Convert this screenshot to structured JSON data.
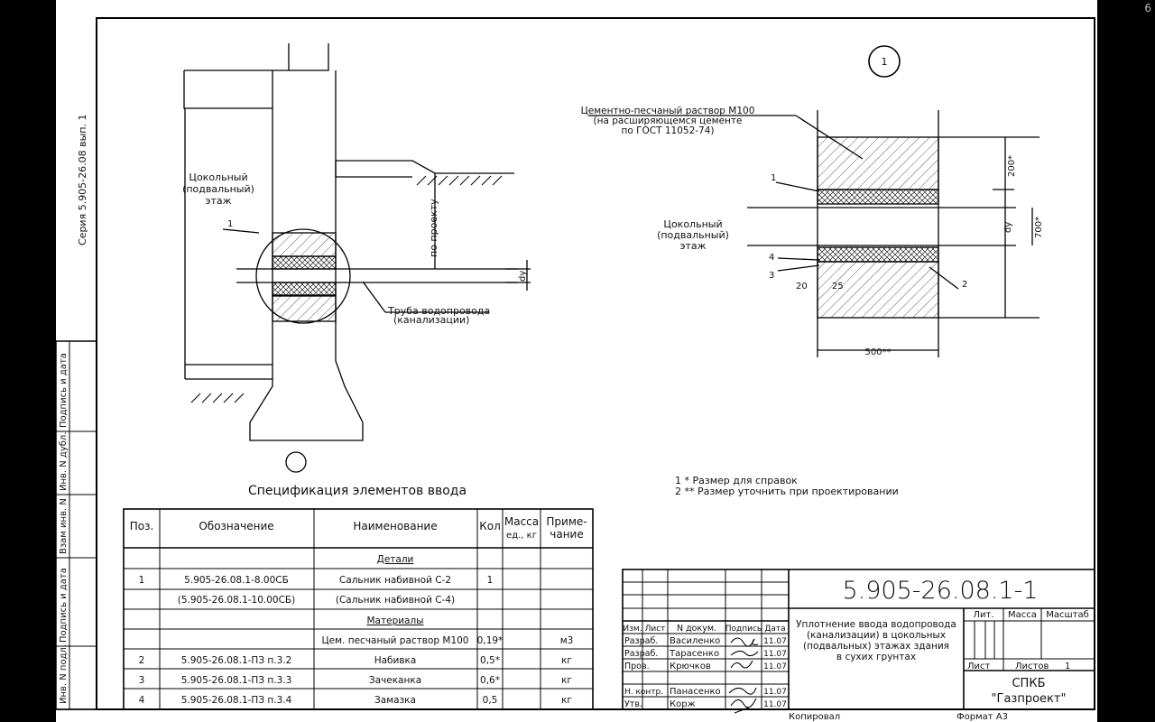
{
  "corner_number": "6",
  "series_label": "Серия 5.905-26.08 вып. 1",
  "left_strip": [
    "Инв. N подл.",
    "Подпись и дата",
    "Взам инв. N",
    "Инв. N дубл.",
    "Подпись и дата"
  ],
  "view_number": "1",
  "left_view": {
    "floor_label": [
      "Цокольный",
      "(подвальный)",
      "этаж"
    ],
    "pos1": "1",
    "by_project": "по проекту",
    "dy": "dy",
    "pipe_label": [
      "Труба водопровода",
      "(канализации)"
    ]
  },
  "right_view": {
    "mortar_label": [
      "Цементно-песчаный раствор М100",
      "(на расширяющемся цементе",
      "по ГОСТ 11052-74)"
    ],
    "floor_label": [
      "Цокольный",
      "(подвальный)",
      "этаж"
    ],
    "pos1": "1",
    "pos2": "2",
    "pos3": "3",
    "pos4": "4",
    "dim_20": "20",
    "dim_25": "25",
    "dim_200": "200*",
    "dim_700": "700*",
    "dy": "dy",
    "dim_500": "500**"
  },
  "notes": [
    "1 * Размер для справок",
    "2 ** Размер уточнить при проектировании"
  ],
  "spec": {
    "title": "Спецификация элементов ввода",
    "headers": {
      "pos": "Поз.",
      "designation": "Обозначение",
      "name": "Наименование",
      "qty": "Кол",
      "mass": [
        "Масса",
        "ед., кг"
      ],
      "note": [
        "Приме-",
        "чание"
      ]
    },
    "section_details": "Детали",
    "section_materials": "Материалы",
    "rows": [
      {
        "pos": "1",
        "designation": "5.905-26.08.1-8.00СБ",
        "name": "Сальник набивной С-2",
        "qty": "1",
        "note": ""
      },
      {
        "pos": "",
        "designation": "(5.905-26.08.1-10.00СБ)",
        "name": "(Сальник набивной С-4)",
        "qty": "",
        "note": ""
      },
      {
        "pos": "",
        "designation": "",
        "name": "Цем. песчаный раствор М100",
        "qty": "0,19*",
        "note": "м3"
      },
      {
        "pos": "2",
        "designation": "5.905-26.08.1-ПЗ п.3.2",
        "name": "Набивка",
        "qty": "0,5*",
        "note": "кг"
      },
      {
        "pos": "3",
        "designation": "5.905-26.08.1-ПЗ п.3.3",
        "name": "Зачеканка",
        "qty": "0,6*",
        "note": "кг"
      },
      {
        "pos": "4",
        "designation": "5.905-26.08.1-ПЗ п.3.4",
        "name": "Замазка",
        "qty": "0,5",
        "note": "кг"
      }
    ]
  },
  "title_block": {
    "doc_code": "5.905-26.08.1-1",
    "title": [
      "Уплотнение ввода водопровода",
      "(канализации) в цокольных",
      "(подвальных) этажах здания",
      "в сухих грунтах"
    ],
    "col_headers": [
      "Изм.",
      "Лист",
      "N докум.",
      "Подпись",
      "Дата"
    ],
    "people": [
      {
        "role": "Разраб.",
        "name": "Василенко",
        "date": "11.07"
      },
      {
        "role": "Разраб.",
        "name": "Тарасенко",
        "date": "11.07"
      },
      {
        "role": "Пров.",
        "name": "Крючков",
        "date": "11.07"
      },
      {
        "role": "",
        "name": "",
        "date": ""
      },
      {
        "role": "Н. контр.",
        "name": "Панасенко",
        "date": "11.07"
      },
      {
        "role": "Утв.",
        "name": "Корж",
        "date": "11.07"
      }
    ],
    "lit": "Лит.",
    "mass": "Масса",
    "scale": "Масштаб",
    "sheet": "Лист",
    "sheets": "Листов",
    "sheets_value": "1",
    "org": [
      "СПКБ",
      "\"Газпроект\""
    ]
  },
  "footer": {
    "copied": "Копировал",
    "format": "Формат А3"
  }
}
